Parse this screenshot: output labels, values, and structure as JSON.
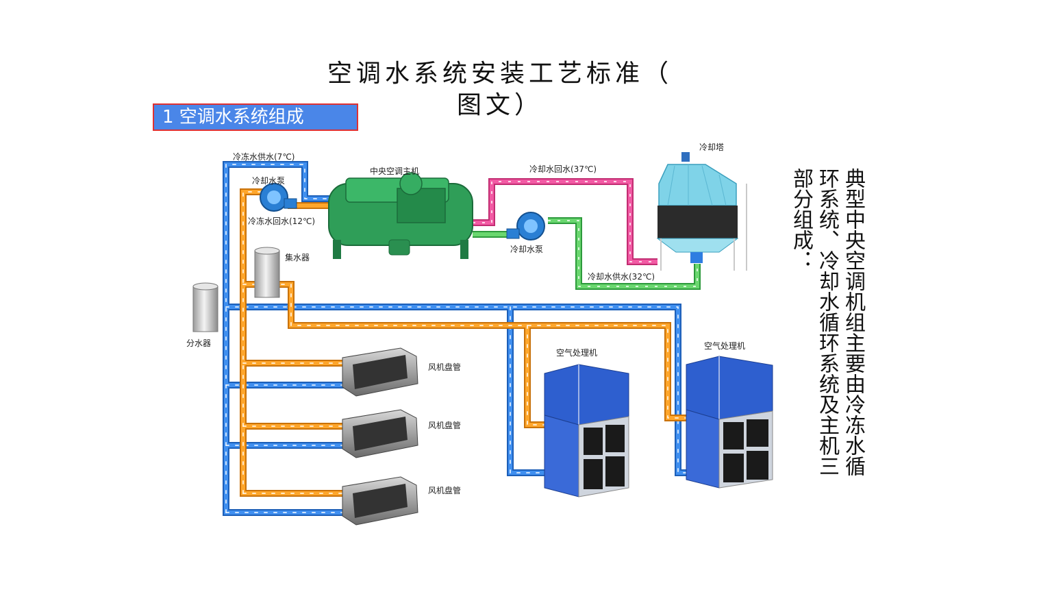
{
  "page": {
    "title_line1": "空调水系统安装工艺标准（",
    "title_line2": "图文）",
    "section_label": "1  空调水系统组成",
    "side_text": "典型中央空调机组主要由冷冻水循环系统、冷却水循环系统及主机三部分组成："
  },
  "diagram": {
    "labels": {
      "chilled_supply": "冷冻水供水(7℃)",
      "cooling_pump_top": "冷却水泵",
      "chilled_return": "冷冻水回水(12℃)",
      "chiller": "中央空调主机",
      "cooling_return": "冷却水回水(37℃)",
      "cooling_tower": "冷却塔",
      "cooling_pump": "冷却水泵",
      "cooling_supply": "冷却水供水(32℃)",
      "collector": "集水器",
      "distributor": "分水器",
      "fcu1": "风机盘管",
      "fcu2": "风机盘管",
      "fcu3": "风机盘管",
      "ahu1": "空气处理机",
      "ahu2": "空气处理机"
    },
    "colors": {
      "chilled_pipe": "#2f7de1",
      "return_pipe": "#f39c1e",
      "cooling_return_pipe": "#e8408f",
      "cooling_supply_pipe": "#4cc35a",
      "chiller_body": "#2f9e58",
      "tower_body": "#7fd3e8",
      "ahu_body": "#2e5fcf"
    }
  }
}
